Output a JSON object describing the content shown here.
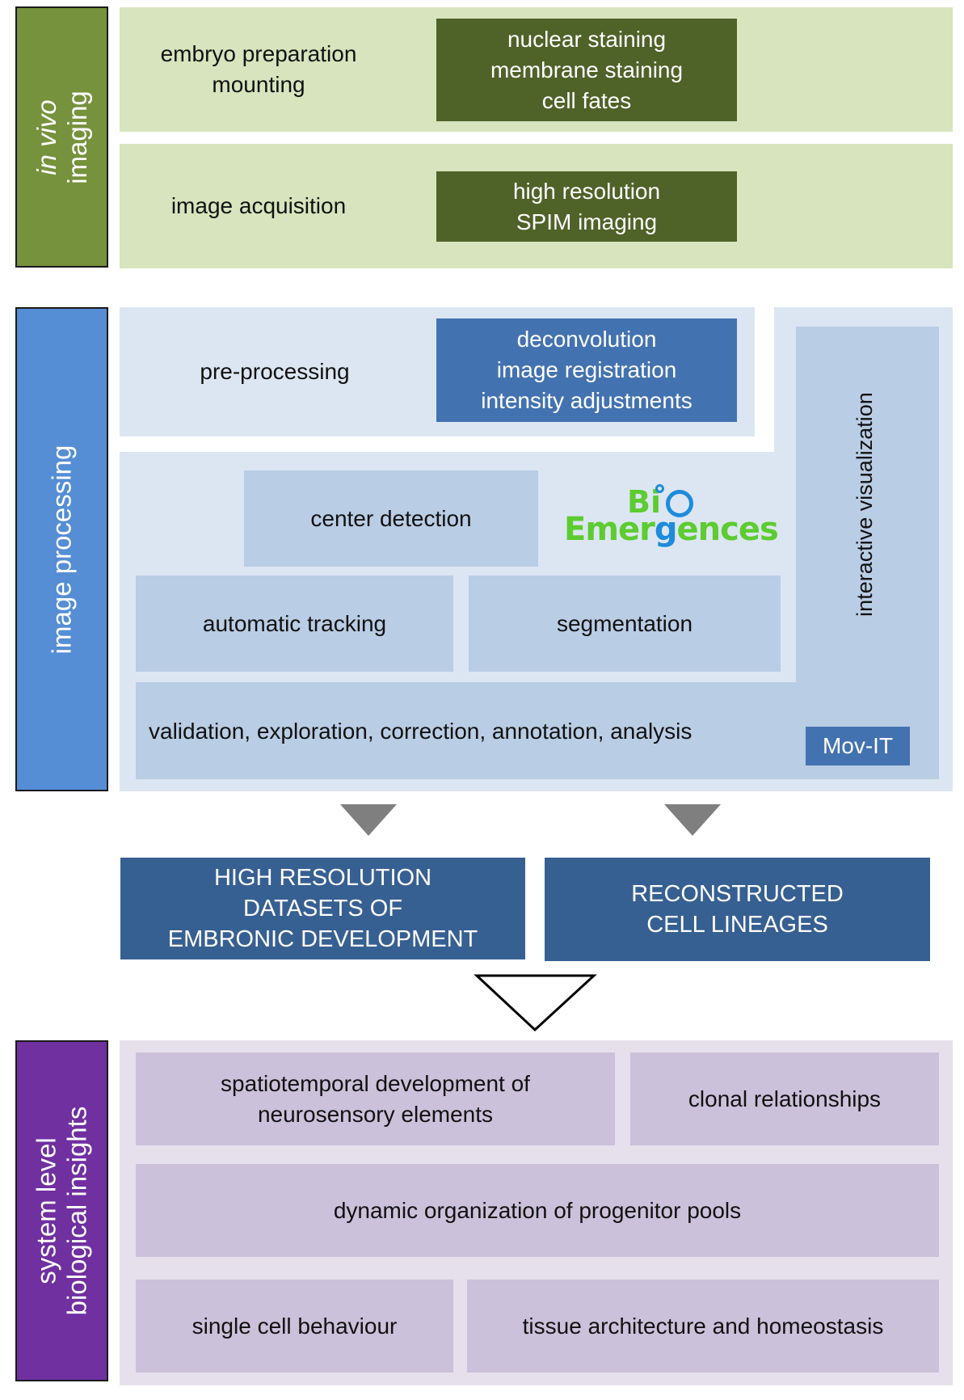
{
  "colors": {
    "in_vivo_sidebar": "#76923c",
    "in_vivo_panel": "#d7e4bd",
    "in_vivo_box": "#4f6228",
    "processing_sidebar": "#558ed5",
    "processing_panel": "#dce6f2",
    "processing_box": "#b9cde5",
    "processing_dark": "#4372b0",
    "output_box": "#376092",
    "insights_sidebar": "#7030a0",
    "insights_panel": "#e6e0ec",
    "insights_box": "#ccc1da",
    "arrow_gray": "#7f7f7f",
    "logo_green": "#5ccc31",
    "logo_blue": "#1e8bdc"
  },
  "in_vivo": {
    "sidebar_label_italic": "in vivo",
    "sidebar_label": "imaging",
    "rows": [
      {
        "label": "embryo preparation\nmounting",
        "detail": "nuclear staining\nmembrane staining\ncell fates"
      },
      {
        "label": "image acquisition",
        "detail": "high resolution\nSPIM imaging"
      }
    ]
  },
  "image_processing": {
    "sidebar_label": "image processing",
    "preprocessing": {
      "label": "pre-processing",
      "detail": "deconvolution\nimage registration\nintensity adjustments"
    },
    "center_detection": "center detection",
    "automatic_tracking": "automatic tracking",
    "segmentation": "segmentation",
    "interactive_visualization": "interactive visualization",
    "validation": "validation, exploration, correction, annotation, analysis",
    "tool_badge": "Mov-IT",
    "logo": {
      "line1_a": "Bi",
      "line1_b": "O",
      "line2_a": "Emer",
      "line2_b": "g",
      "line2_c": "ences"
    }
  },
  "outputs": [
    "HIGH RESOLUTION\nDATASETS OF\nEMBRONIC DEVELOPMENT",
    "RECONSTRUCTED\nCELL LINEAGES"
  ],
  "insights": {
    "sidebar_label_line1": "system level",
    "sidebar_label_line2": "biological insights",
    "items": [
      "spatiotemporal development of\nneurosensory elements",
      "clonal relationships",
      "dynamic organization of progenitor pools",
      "single cell behaviour",
      "tissue architecture and homeostasis"
    ]
  }
}
